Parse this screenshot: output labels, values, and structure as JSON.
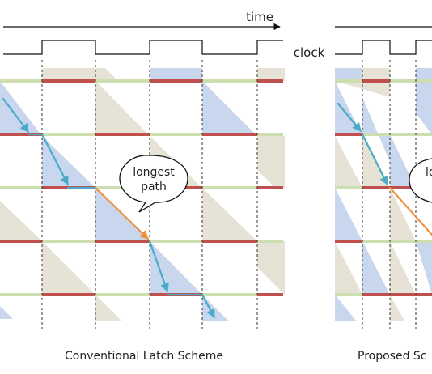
{
  "labels": {
    "time": "time",
    "clock": "clock",
    "callout": [
      "longest",
      "path"
    ],
    "callout_partial": "lo",
    "caption_left": "Conventional Latch Scheme",
    "caption_right": "Proposed Sc"
  },
  "colors": {
    "blue_triangle": "#c9d7ee",
    "tan_triangle": "#e7e2d6",
    "stage_red": "#c0504d",
    "stage_green": "#cddfb0",
    "signal_path": "#4aabc8",
    "longest_path": "#f0913e",
    "clock_line": "#111111",
    "dashed_line": "#333333"
  }
}
